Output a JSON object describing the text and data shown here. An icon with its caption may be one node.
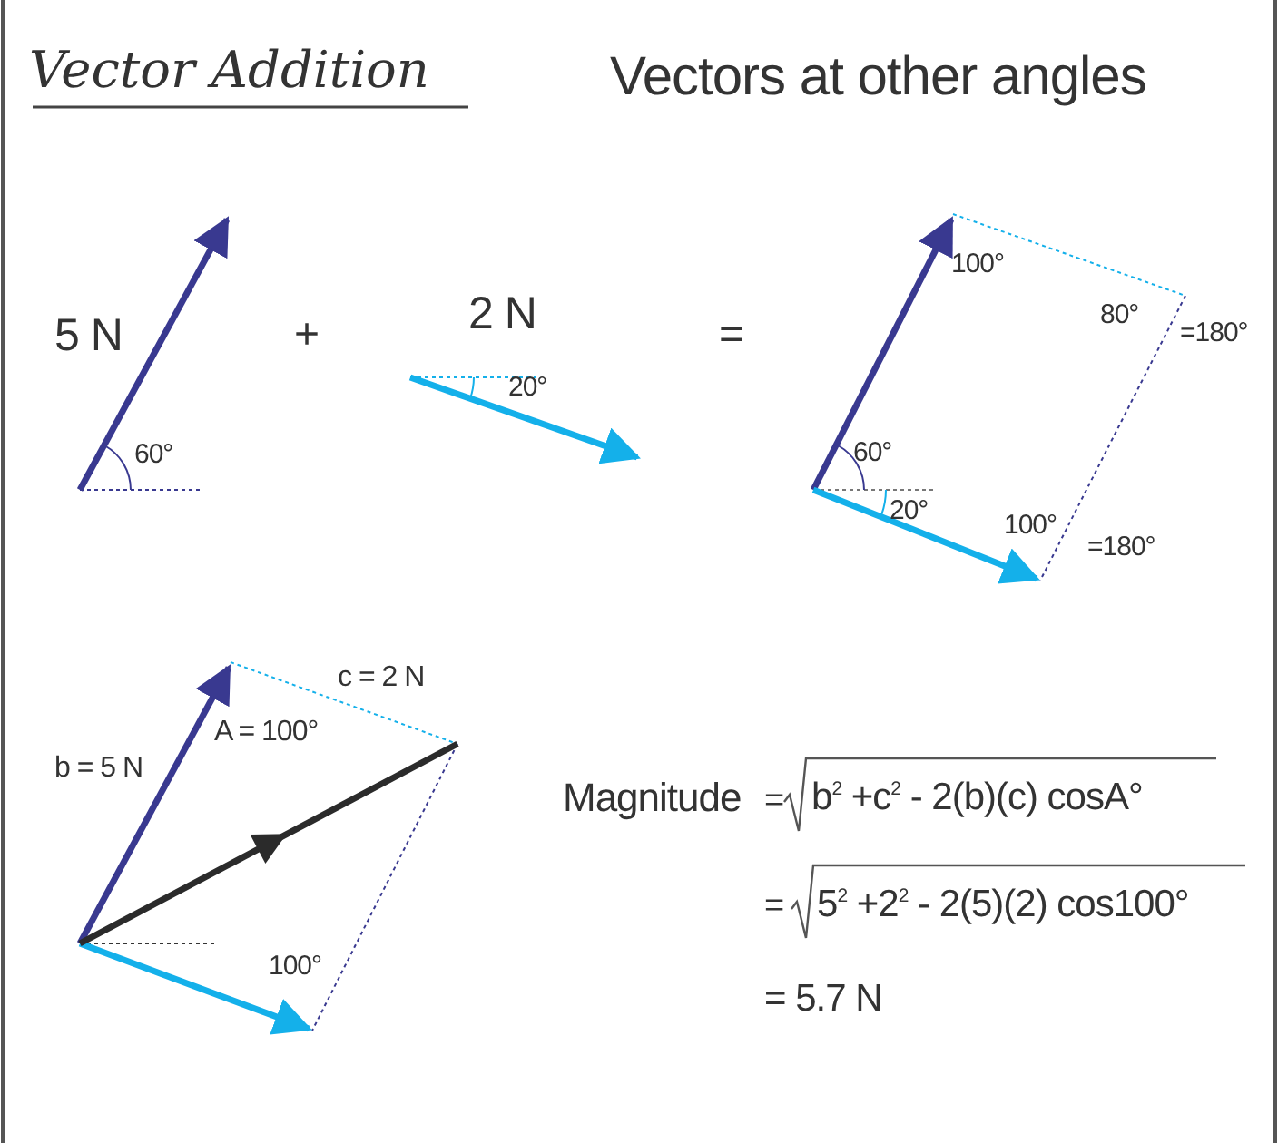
{
  "diagram": {
    "title": "Vector Addition",
    "labels": [
      "Vectors at other angles",
      "5 N",
      "60°",
      "+",
      "2 N",
      "20°",
      "=",
      "100°",
      "80°",
      "=180°",
      "60°",
      "20°",
      "100°",
      "=180°",
      "c = 2 N",
      "A = 100°",
      "b = 5 N",
      "100°",
      "Magnitude",
      "=",
      "b$^{2}$ +c$^{2}$ - 2(b)(c) cosA°",
      "=",
      "5$^{2}$ +2$^{2}$ - 2(5)(2) cos100°",
      "= 5.7 N"
    ]
  }
}
